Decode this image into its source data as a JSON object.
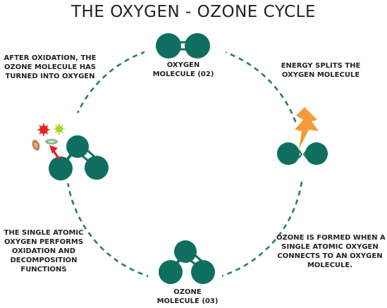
{
  "title": "THE OXYGEN - OZONE CYCLE",
  "colors": {
    "molecule": "#0f6e5f",
    "cycle_line": "#2a7a69",
    "lightning": "#f39a3a",
    "arrow": "#e02020",
    "bacteria_red": "#e8231f",
    "bacteria_green": "#a8d42a",
    "cell_brown": "#c78152",
    "cell_green": "#8ab58f"
  },
  "labels": {
    "oxygen_molecule": [
      "OXYGEN",
      "MOLECULE (02)"
    ],
    "energy_splits": [
      "ENERGY SPLITS THE",
      "OXYGEN MOLECULE"
    ],
    "ozone_formed": [
      "OZONE IS FORMED WHEN A",
      "SINGLE ATOMIC OXYGEN",
      "CONNECTS TO AN OXYGEN",
      "MOLECULE."
    ],
    "ozone_molecule": [
      "OZONE",
      "MOLECULE (03)"
    ],
    "single_atomic": [
      "THE SINGLE ATOMIC",
      "OXYGEN  PERFORMS",
      "OXIDATION AND",
      "DECOMPOSITION",
      "FUNCTIONS"
    ],
    "after_oxidation": [
      "AFTER OXIDATION, THE",
      "OZONE MOLECULE HAS",
      "TURNED INTO OXYGEN"
    ]
  },
  "icons": [
    "lightning-icon",
    "bacteria-icon",
    "arrow-icon"
  ]
}
